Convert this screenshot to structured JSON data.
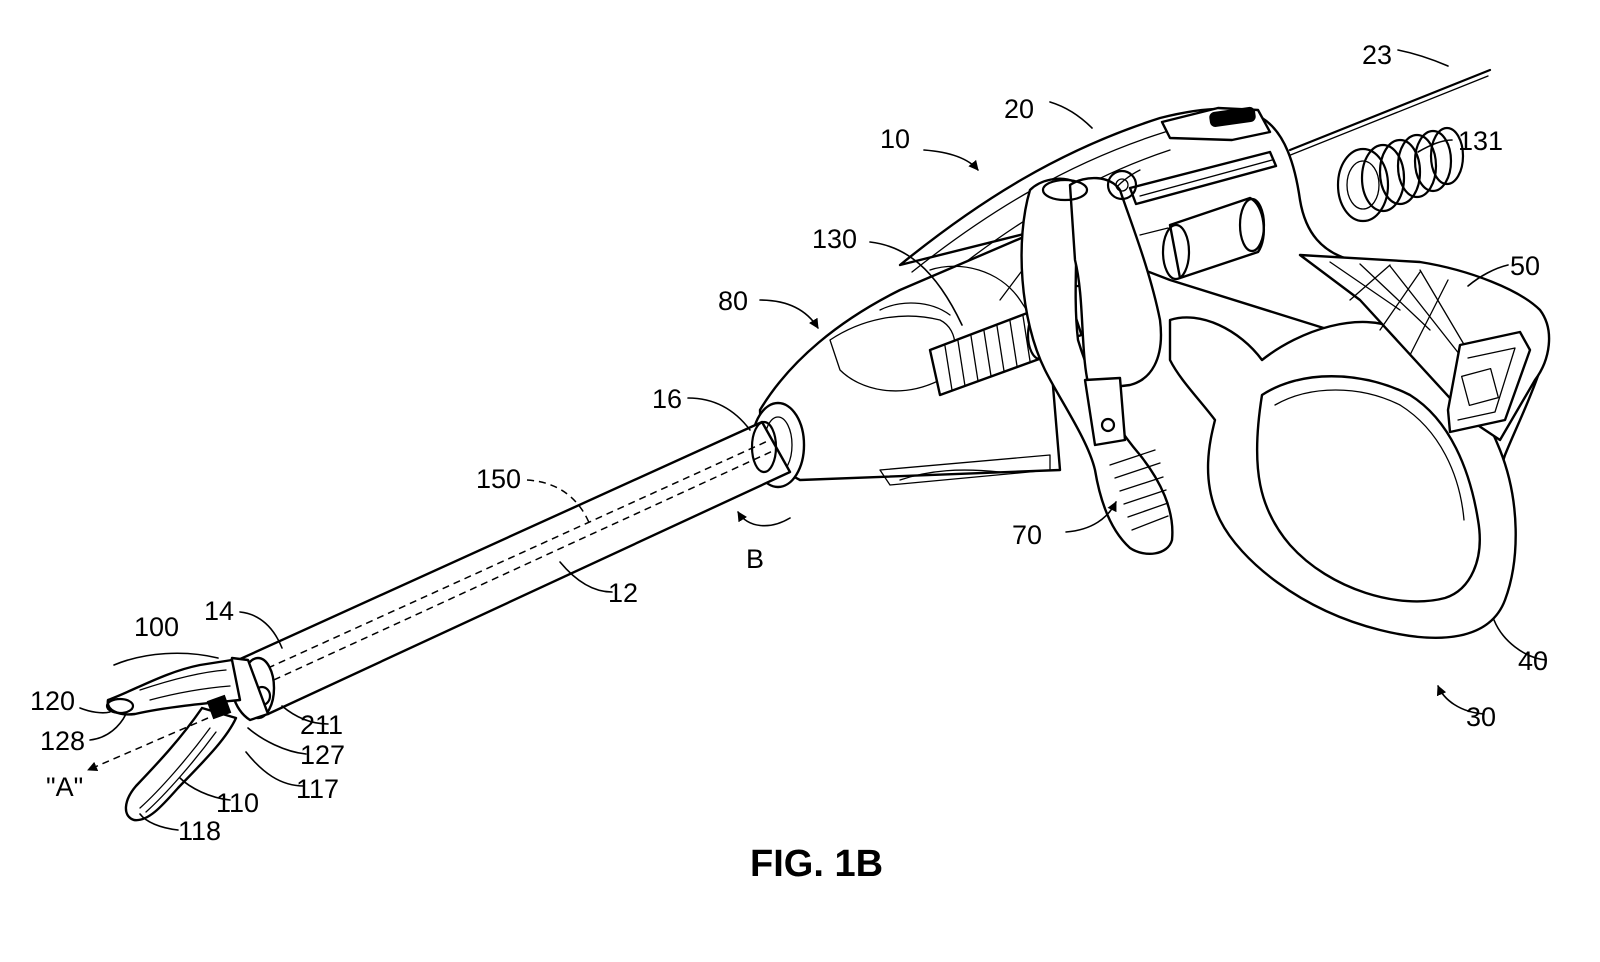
{
  "figure": {
    "caption": "FIG. 1B",
    "labels": {
      "l23": "23",
      "l20": "20",
      "l131": "131",
      "l10": "10",
      "l130": "130",
      "l50": "50",
      "l80": "80",
      "l16": "16",
      "l150": "150",
      "lB": "B",
      "l70": "70",
      "l12": "12",
      "l14": "14",
      "l100": "100",
      "l40": "40",
      "l30": "30",
      "l120": "120",
      "l211": "211",
      "l128": "128",
      "l127": "127",
      "lA": "\"A\"",
      "l117": "117",
      "l110": "110",
      "l118": "118"
    }
  }
}
